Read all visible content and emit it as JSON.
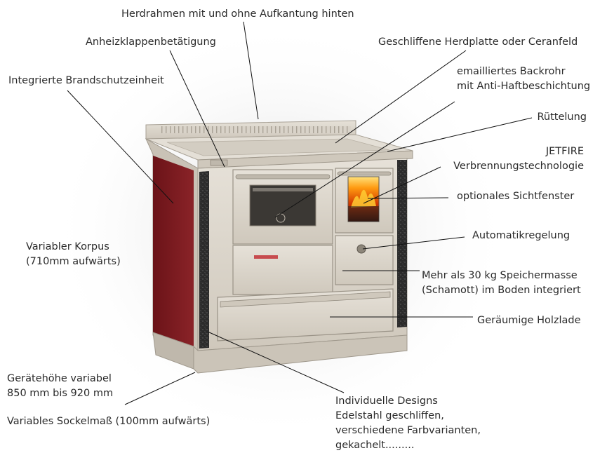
{
  "labels": {
    "herdrahmen": "Herdrahmen mit und ohne Aufkantung hinten",
    "anheizklappe": "Anheizklappenbetätigung",
    "herdplatte": "Geschliffene Herdplatte oder Ceranfeld",
    "brandschutz": "Integrierte Brandschutzeinheit",
    "backrohr": [
      "emailliertes Backrohr",
      "mit Anti-Haftbeschichtung"
    ],
    "ruettelung": "Rüttelung",
    "jetfire": [
      "JETFIRE",
      "Verbrennungstechnologie"
    ],
    "sichtfenster": "optionales Sichtfenster",
    "korpus": [
      "Variabler Korpus",
      "(710mm aufwärts)"
    ],
    "automatik": "Automatikregelung",
    "speicher": [
      "Mehr als 30 kg Speichermasse",
      "(Schamott) im Boden integriert"
    ],
    "holzlade": "Geräumige Holzlade",
    "geraetehoehe": [
      "Gerätehöhe variabel",
      "850 mm bis 920 mm"
    ],
    "sockel": "Variables Sockelmaß (100mm aufwärts)",
    "designs": [
      "Individuelle Designs",
      "Edelstahl geschliffen,",
      "verschiedene Farbvarianten,",
      "gekachelt........."
    ]
  },
  "colors": {
    "steel": "#d8d2c8",
    "steel_dark": "#b9b2a6",
    "side_panel": "#7a1a1e",
    "granite": "#2a2a2a",
    "line": "#111111"
  }
}
